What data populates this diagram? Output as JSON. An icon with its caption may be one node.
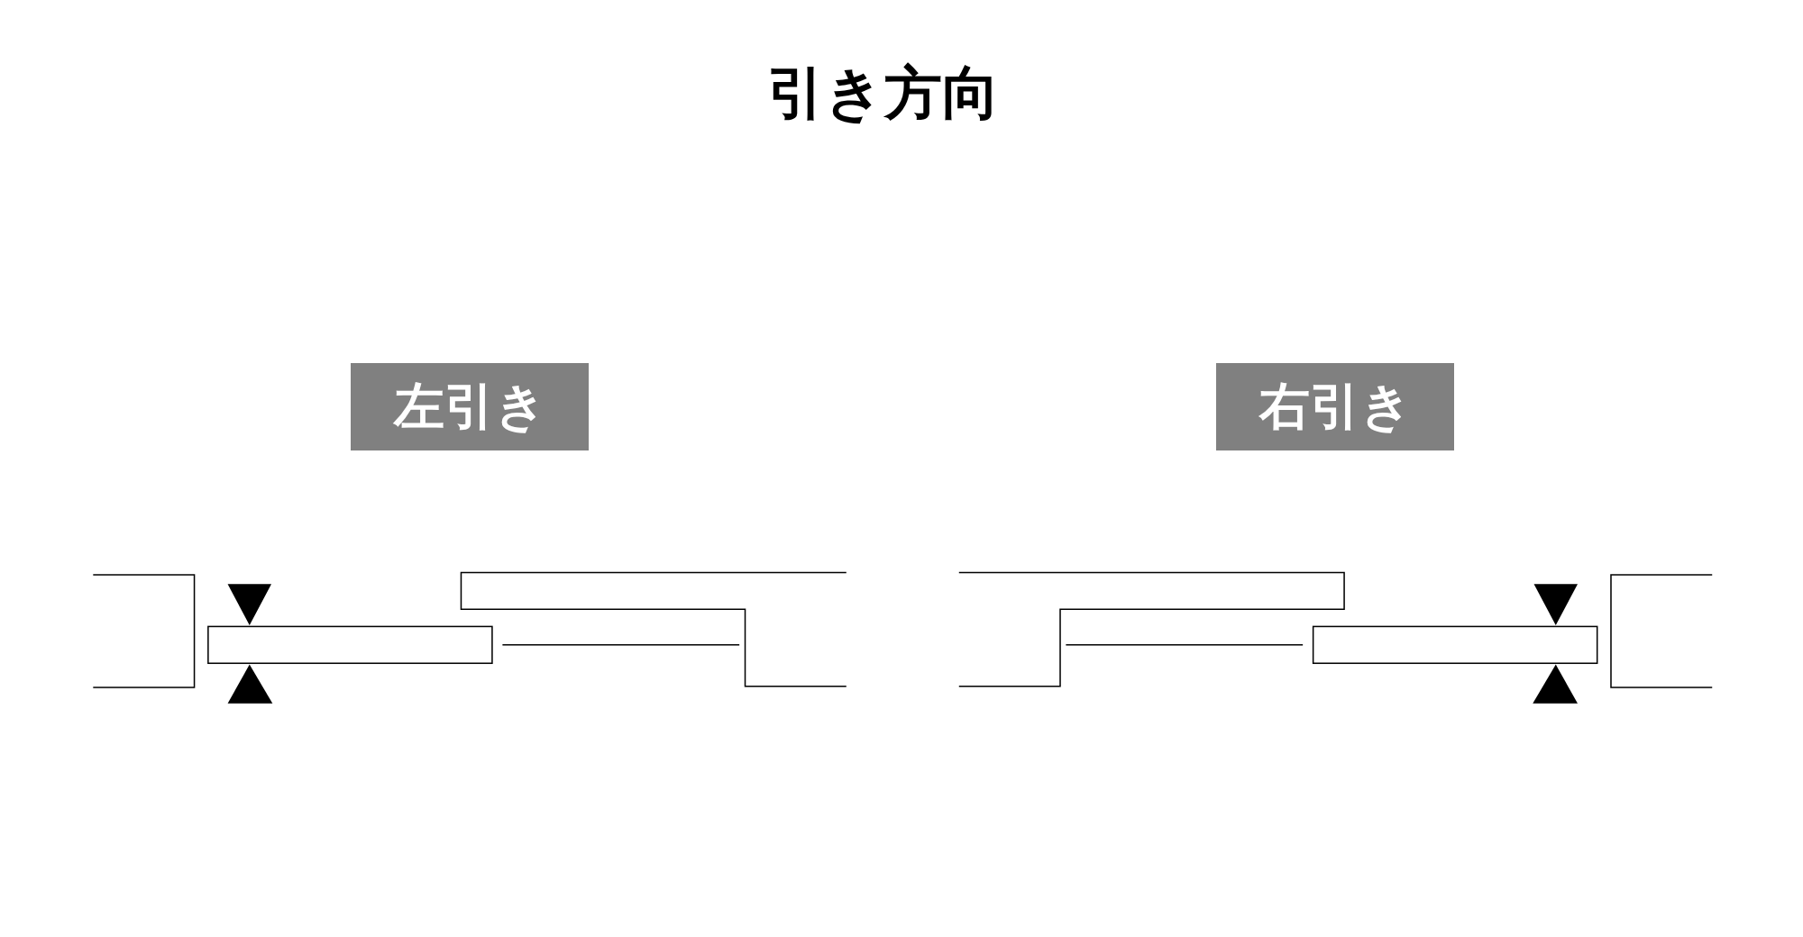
{
  "diagram": {
    "title": "引き方向",
    "nodes": [
      {
        "text": [
          "左引き"
        ]
      },
      {
        "text": [
          "右引き"
        ]
      }
    ]
  }
}
